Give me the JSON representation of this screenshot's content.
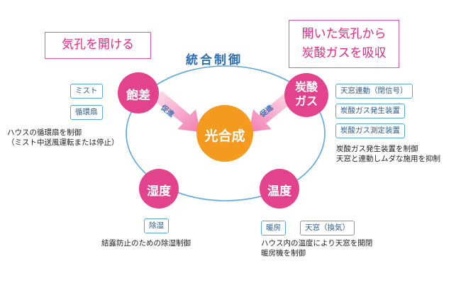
{
  "title": "統合制御",
  "callouts": {
    "left": "気孔を開ける",
    "right_line1": "開いた気孔から",
    "right_line2": "炭酸ガスを吸収"
  },
  "center": {
    "label": "光合成",
    "color": "#f39a1f"
  },
  "nodes": {
    "saturation": {
      "label": "飽差",
      "color": "#e3428c"
    },
    "co2_line1": "炭酸",
    "co2_line2": "ガス",
    "co2_color": "#e3428c",
    "humidity": {
      "label": "湿度",
      "color": "#e3428c"
    },
    "temperature": {
      "label": "温度",
      "color": "#e3428c"
    }
  },
  "arrows": {
    "left": "促進",
    "right": "促進"
  },
  "saturation_devices": {
    "tags": [
      "ミスト",
      "循環扇"
    ],
    "note_line1": "ハウスの循環扇を制御",
    "note_line2": "（ミスト中送風運転または停止）"
  },
  "co2_devices": {
    "tags": [
      "天窓連動（閉信号）",
      "炭酸ガス発生装置",
      "炭酸ガス測定装置"
    ],
    "note_line1": "炭酸ガス発生装置を制御",
    "note_line2": "天窓と連動しムダな施用を抑制"
  },
  "humidity_devices": {
    "tags": [
      "除湿"
    ],
    "note": "結露防止のための除湿制御"
  },
  "temperature_devices": {
    "tags": [
      "暖房",
      "天窓（換気）"
    ],
    "note_line1": "ハウス内の温度により天窓を開閉",
    "note_line2": "暖房機を制御"
  },
  "colors": {
    "ellipse": "#5aa7dc",
    "accent": "#e5297f",
    "tag_border": "#5aa7dc",
    "arrow": "#f4b8d0"
  }
}
